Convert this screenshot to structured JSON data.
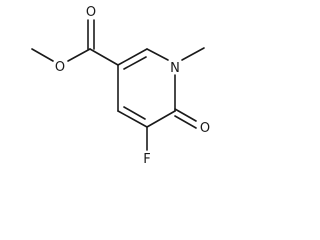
{
  "molecule": {
    "atoms": {
      "carbonyl_o_ester": "O",
      "ester_o": "O",
      "ring_n": "N",
      "keto_o": "O",
      "fluorine": "F"
    }
  }
}
